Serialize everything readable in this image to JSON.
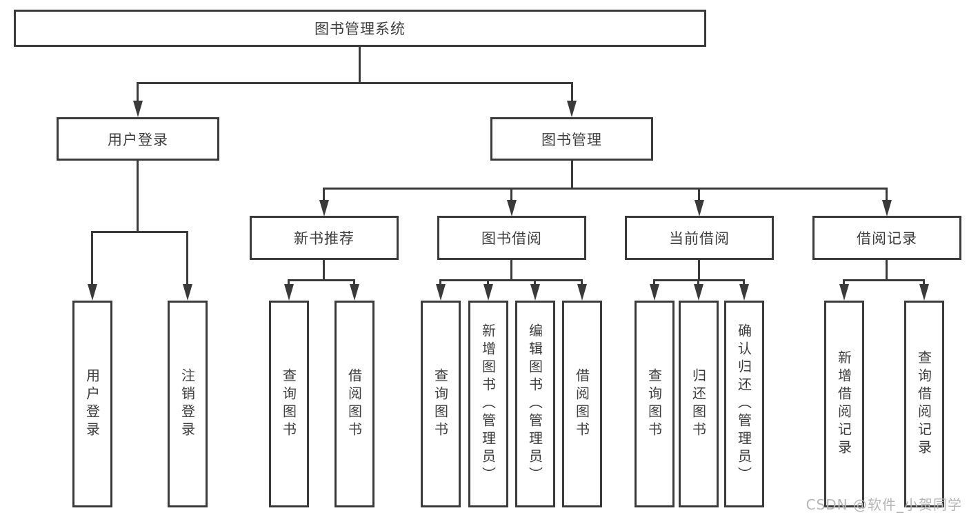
{
  "tree": {
    "label": "图书管理系统",
    "children": [
      {
        "label": "用户登录",
        "children": [
          {
            "label": "用户登录"
          },
          {
            "label": "注销登录"
          }
        ]
      },
      {
        "label": "图书管理",
        "children": [
          {
            "label": "新书推荐",
            "children": [
              {
                "label": "查询图书"
              },
              {
                "label": "借阅图书"
              }
            ]
          },
          {
            "label": "图书借阅",
            "children": [
              {
                "label": "查询图书"
              },
              {
                "label": "新增图书（管理员）"
              },
              {
                "label": "编辑图书（管理员）"
              },
              {
                "label": "借阅图书"
              }
            ]
          },
          {
            "label": "当前借阅",
            "children": [
              {
                "label": "查询图书"
              },
              {
                "label": "归还图书"
              },
              {
                "label": "确认归还（管理员）"
              }
            ]
          },
          {
            "label": "借阅记录",
            "children": [
              {
                "label": "新增借阅记录"
              },
              {
                "label": "查询借阅记录"
              }
            ]
          }
        ]
      }
    ]
  },
  "watermark": {
    "text": "CSDN @软件_小贺同学"
  },
  "colors": {
    "line": "#3a3a3a",
    "text": "#3d3d3d",
    "watermark": "#b5b5b5",
    "background": "#ffffff"
  }
}
